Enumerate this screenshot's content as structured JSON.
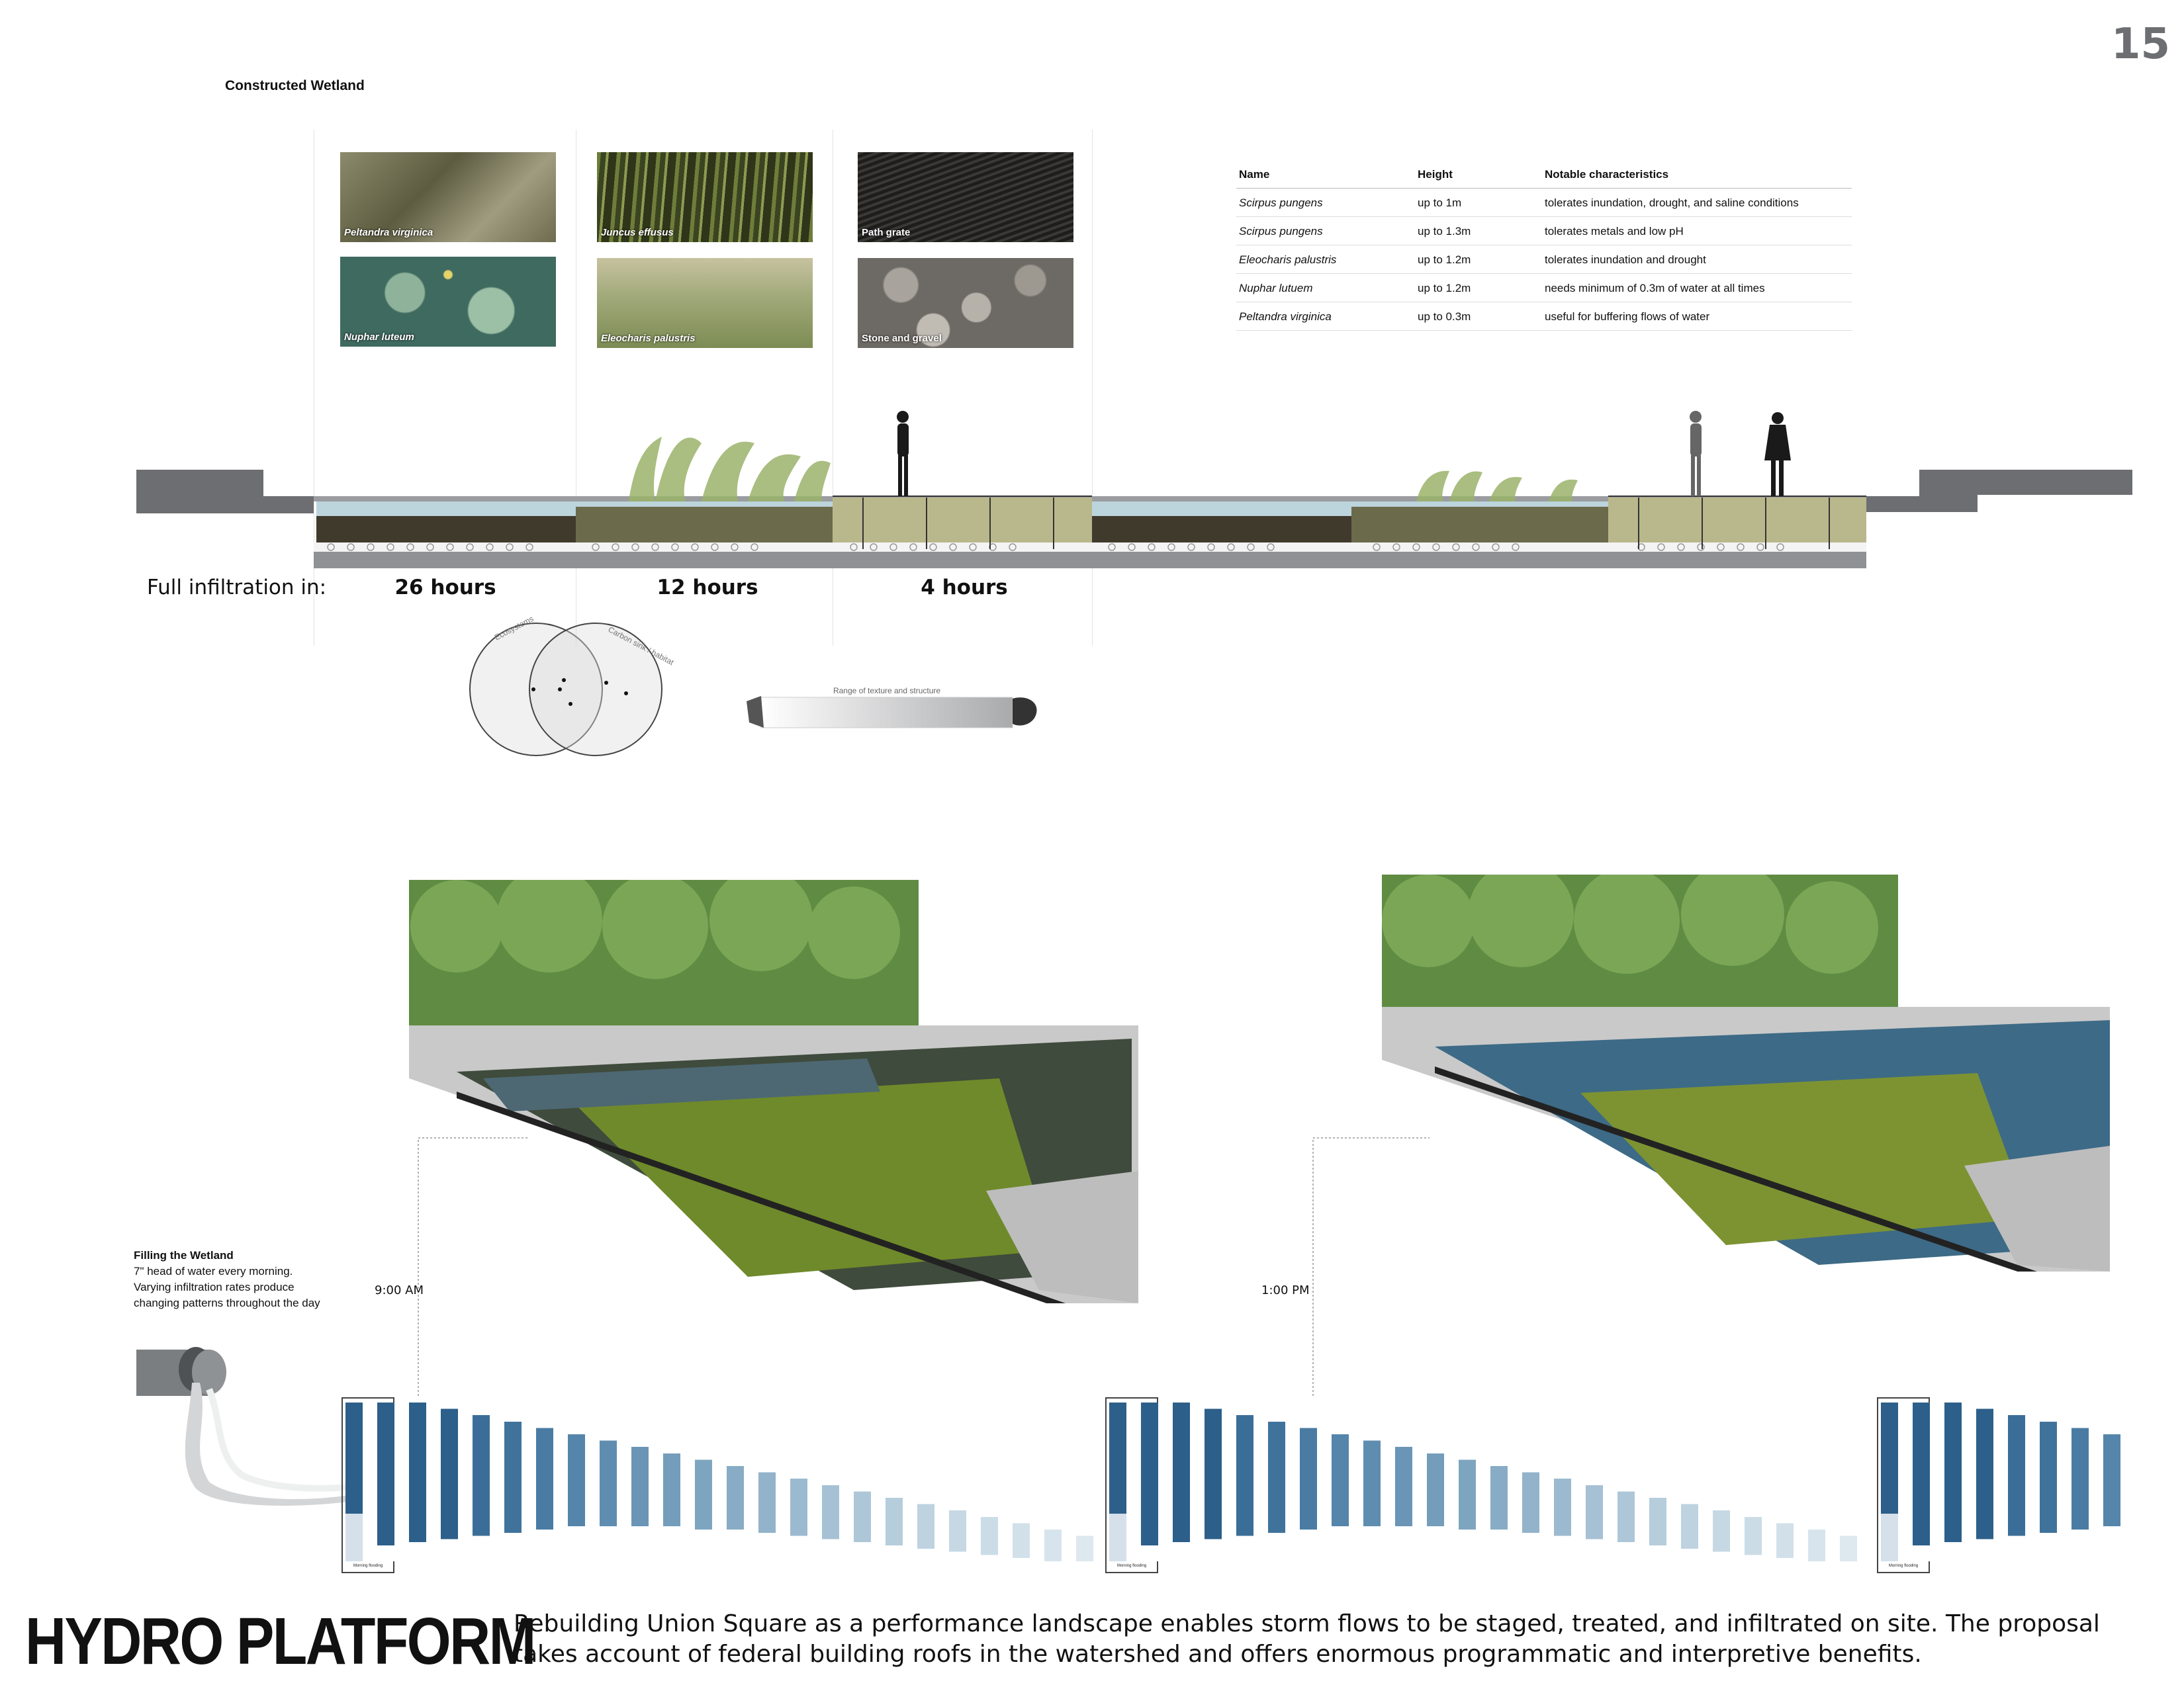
{
  "page_number": "15",
  "section_title": "Constructed Wetland",
  "photos": [
    {
      "caption": "Peltandra virginica",
      "color": "#7a7a5c"
    },
    {
      "caption": "Nuphar luteum",
      "color": "#4f7a6c"
    },
    {
      "caption": "Juncus effusus",
      "color": "#5b6a2c"
    },
    {
      "caption": "Eleocharis palustris",
      "color": "#9aa270"
    },
    {
      "caption": "Path grate",
      "color": "#2c2b29"
    },
    {
      "caption": "Stone and gravel",
      "color": "#8e8a84"
    }
  ],
  "plant_table": {
    "headers": [
      "Name",
      "Height",
      "Notable characteristics"
    ],
    "rows": [
      [
        "Scirpus pungens",
        "up to 1m",
        "tolerates inundation, drought, and saline conditions"
      ],
      [
        "Scirpus pungens",
        "up to 1.3m",
        "tolerates metals and low pH"
      ],
      [
        "Eleocharis palustris",
        "up to 1.2m",
        "tolerates inundation and drought"
      ],
      [
        "Nuphar lutuem",
        "up to 1.2m",
        "needs minimum of 0.3m of water at all times"
      ],
      [
        "Peltandra virginica",
        "up to 0.3m",
        "useful for buffering flows of water"
      ]
    ]
  },
  "infiltration": {
    "label": "Full infiltration in:",
    "times": [
      "26 hours",
      "12 hours",
      "4 hours"
    ]
  },
  "venn": {
    "left": "Ecosystems",
    "right": "Carbon sink / habitat"
  },
  "gradient_label": "Range of texture and structure",
  "renders": {
    "left_time": "9:00 AM",
    "right_time": "1:00 PM"
  },
  "filling": {
    "title": "Filling the Wetland",
    "lines": [
      "7\" head of water every morning.",
      "Varying infiltration rates produce",
      "changing patterns throughout the day"
    ]
  },
  "timeline_labels": [
    "Morning flooding",
    "Morning flooding",
    "Morning flooding"
  ],
  "headline": "HYDRO PLATFORM",
  "description": "Rebuilding Union Square as a performance landscape enables storm flows to be staged, treated, and infiltrated on site. The proposal takes account of federal building roofs in the watershed and offers enormous programmatic and interpretive benefits.",
  "colors": {
    "water": "#bcd4dc",
    "soil_dark": "#3f3a2c",
    "soil_mid": "#6b6a4b",
    "soil_light": "#b9b88c",
    "strip_blue": "#2c5f8a",
    "gray": "#6d6e71"
  }
}
